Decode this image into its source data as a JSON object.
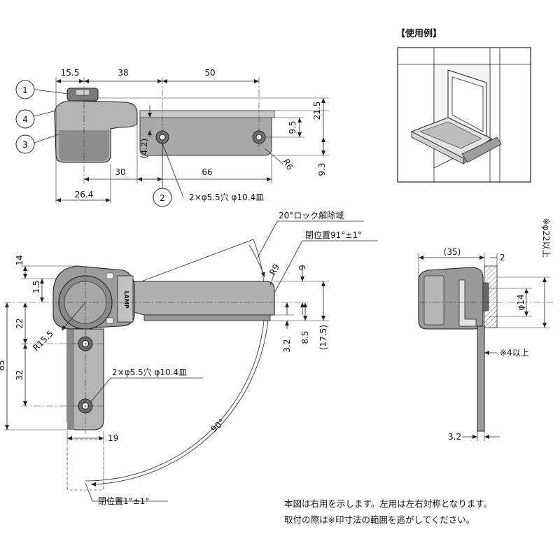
{
  "top_view": {
    "dims": {
      "d15_5": "15.5",
      "d38": "38",
      "d50": "50",
      "d21_5": "21.5",
      "d9_5": "9.5",
      "d9_3": "9.3",
      "d4_2": "(4.2)",
      "d30": "30",
      "d66": "66",
      "d26_4": "26.4",
      "r6": "R6"
    },
    "callouts": [
      "1",
      "4",
      "3",
      "2"
    ],
    "hole_note": "2×φ5.5穴 φ10.4皿"
  },
  "usage": {
    "title": "【使用例】"
  },
  "front_view": {
    "lock_note": "20°ロック解除域",
    "open_note": "閉位置91°±1°",
    "close_note": "閉位置1°±1°",
    "angle": "90°",
    "brand": "LAMP",
    "hole_note": "2×φ5.5穴 φ10.4皿",
    "dims": {
      "d14": "14",
      "d1_5": "1.5",
      "d22": "22",
      "r15_5": "R15.5",
      "d65": "65",
      "d32": "32",
      "d19": "19",
      "r9": "R9",
      "d9": "9",
      "d3_2": "3.2",
      "d8_5": "8.5",
      "d17_5": "(17.5)"
    }
  },
  "side_view": {
    "dims": {
      "d35": "(35)",
      "d2": "2",
      "d14": "φ14",
      "d22": "※φ22以上",
      "d4": "※4以上",
      "d3_2": "3.2"
    }
  },
  "notes": {
    "line1": "本図は右用を示します。左用は左右対称となります。",
    "line2": "取付の際は※印寸法の範囲を逃がしてください。"
  }
}
